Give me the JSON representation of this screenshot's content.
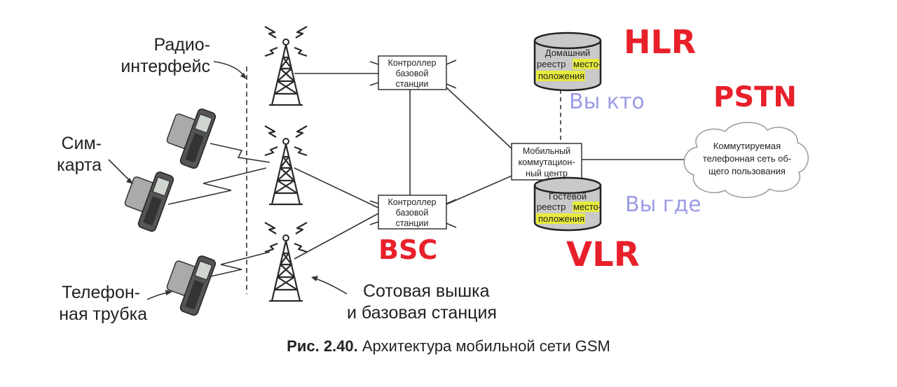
{
  "labels": {
    "radio_interface_1": "Радио-",
    "radio_interface_2": "интерфейс",
    "sim_card_1": "Сим-",
    "sim_card_2": "карта",
    "handset_1": "Телефон-",
    "handset_2": "ная трубка",
    "cell_tower_1": "Сотовая вышка",
    "cell_tower_2": "и базовая станция"
  },
  "bsc_top": {
    "line1": "Контроллер",
    "line2": "базовой",
    "line3": "станции"
  },
  "bsc_bottom": {
    "line1": "Контроллер",
    "line2": "базовой",
    "line3": "станции"
  },
  "msc": {
    "line1": "Мобильный",
    "line2": "коммутацион-",
    "line3": "ный центр"
  },
  "hlr": {
    "line1": "Домашний",
    "line2a": "реестр ",
    "line2b": "место-",
    "line3": "положения"
  },
  "vlr": {
    "line1": "Гостевой",
    "line2a": "реестр ",
    "line2b": "место-",
    "line3": "положения"
  },
  "pstn_cloud": {
    "line1": "Коммутируемая",
    "line2": "телефонная сеть об-",
    "line3": "щего пользования"
  },
  "annotations": {
    "hlr": "HLR",
    "pstn": "PSTN",
    "bsc": "BSC",
    "vlr": "VLR",
    "who": "Вы кто",
    "where": "Вы где"
  },
  "caption": {
    "number": "Рис. 2.40.",
    "text": " Архитектура мобильной сети GSM"
  },
  "colors": {
    "annotation_red": "#e8202a",
    "annotation_blue": "#9b9be8",
    "highlight": "#e6ea3c"
  }
}
